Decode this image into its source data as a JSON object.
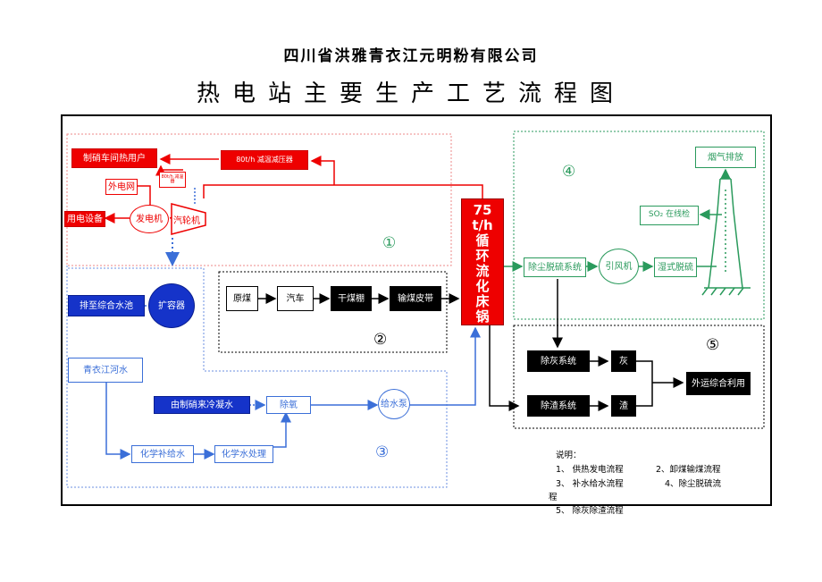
{
  "company": "四川省洪雅青衣江元明粉有限公司",
  "title": "热电站主要生产工艺流程图",
  "red": {
    "heat_user": "制硝车间热用户",
    "reducer": "80t/h 减温减压器",
    "small_reducer": "80t/h 减温器",
    "grid": "外电网",
    "generator": "发电机",
    "turbine": "汽轮机",
    "power_equipment": "用电设备"
  },
  "boiler": [
    "75",
    "t/h",
    "循",
    "环",
    "流",
    "化",
    "床",
    "锅"
  ],
  "blue": {
    "pool": "排至综合水池",
    "expander": "扩容器",
    "river": "青衣江河水",
    "condensate": "由制硝来冷凝水",
    "deaerator": "除氧",
    "feed_pump": "给水泵",
    "chem_makeup": "化学补给水",
    "chem_treatment": "化学水处理"
  },
  "coal": {
    "raw_coal": "原煤",
    "truck": "汽车",
    "dry_shed": "干煤棚",
    "conveyor": "输煤皮带"
  },
  "green": {
    "dust_desulf": "除尘脱硫系统",
    "induced_fan": "引风机",
    "wet_desulf": "湿式脱硫",
    "so2_monitor": "SO₂ 在线检",
    "flue_exhaust": "烟气排放"
  },
  "ash": {
    "ash_system": "除灰系统",
    "slag_system": "除渣系统",
    "ash": "灰",
    "slag": "渣",
    "reuse": "外运综合利用"
  },
  "circled": [
    "①",
    "②",
    "③",
    "④",
    "⑤"
  ],
  "notes": {
    "heading": "说明：",
    "line1a": "1、  供热发电流程",
    "line1b": "2、卸煤输煤流程",
    "line2a": "3、  补水给水流程",
    "line2b": "4、除尘脱硫流",
    "line2c": "程",
    "line3": "5、 除灰除渣流程"
  }
}
